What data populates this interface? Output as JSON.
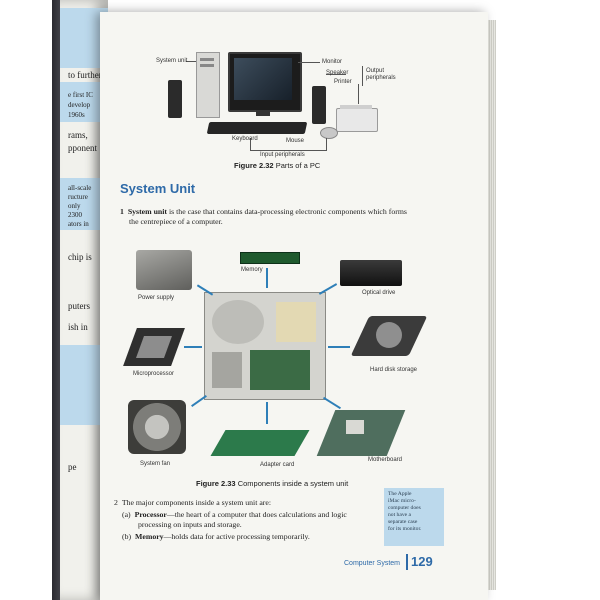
{
  "left_page": {
    "lines": [
      "to further",
      "e first IC",
      "develop",
      "1960s",
      "rams,",
      "pponent",
      "all-scale",
      "ructure",
      "only",
      "2300",
      "ators in",
      "chip is",
      "puters",
      "ish in",
      "pe"
    ],
    "accent": "#bcd9ec"
  },
  "figure_232": {
    "labels": {
      "system_unit": "System unit",
      "monitor": "Monitor",
      "speaker": "Speaker",
      "printer": "Printer",
      "output_peripherals": "Output peripherals",
      "keyboard": "Keyboard",
      "mouse": "Mouse",
      "input_peripherals": "Input peripherals"
    },
    "caption_num": "Figure 2.32",
    "caption_text": "Parts of a PC"
  },
  "section": {
    "heading": "System Unit",
    "heading_color": "#2e6aa8",
    "para_num": "1",
    "para_bold": "System unit",
    "para_rest": " is the case that contains data-processing electronic components which forms",
    "para_line2": "the centrepiece of a computer."
  },
  "figure_233": {
    "labels": {
      "memory": "Memory",
      "power_supply": "Power supply",
      "optical_drive": "Optical drive",
      "microprocessor": "Microprocessor",
      "hard_disk": "Hard disk storage",
      "system_fan": "System fan",
      "adapter_card": "Adapter card",
      "motherboard": "Motherboard"
    },
    "caption_num": "Figure 2.33",
    "caption_text": "Components inside a system unit",
    "arrow_color": "#2e7fb8"
  },
  "components": {
    "num": "2",
    "intro": "The major components inside a system unit are:",
    "items": [
      {
        "letter": "(a)",
        "term": "Processor",
        "text": "—the heart of a computer that does calculations and logic",
        "text2": "processing on inputs and storage."
      },
      {
        "letter": "(b)",
        "term": "Memory",
        "text": "—holds data for active processing temporarily.",
        "text2": ""
      }
    ]
  },
  "sidenote": {
    "lines": [
      "The Apple",
      "iMac micro-",
      "computer does",
      "not have a",
      "separate case",
      "for its monitor."
    ],
    "bg": "#bcd9ec"
  },
  "footer": {
    "section": "Computer System",
    "page": "129"
  }
}
